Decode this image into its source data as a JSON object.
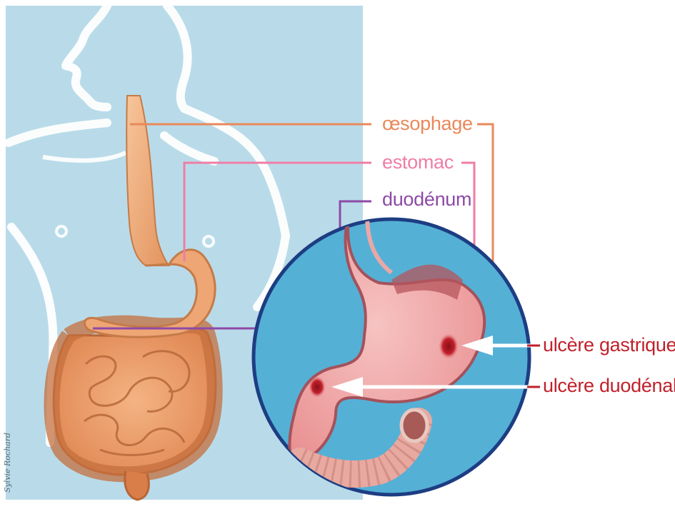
{
  "labels": {
    "oesophage": "œsophage",
    "estomac": "estomac",
    "duodenum": "duodénum",
    "ulcere_gastrique": "ulcère gastrique",
    "ulcere_duodenal": "ulcère duodénal"
  },
  "signature": "Sylvie Rochard",
  "colors": {
    "background_panel": "#b9dbe9",
    "body_outline": "#ffffff",
    "oesophage": "#e9895b",
    "estomac": "#ee7ea6",
    "duodenum": "#8d4aa7",
    "ulcer": "#c1212b",
    "zoom_circle_fill": "#55b0d6",
    "zoom_circle_border": "#1d3d83"
  }
}
